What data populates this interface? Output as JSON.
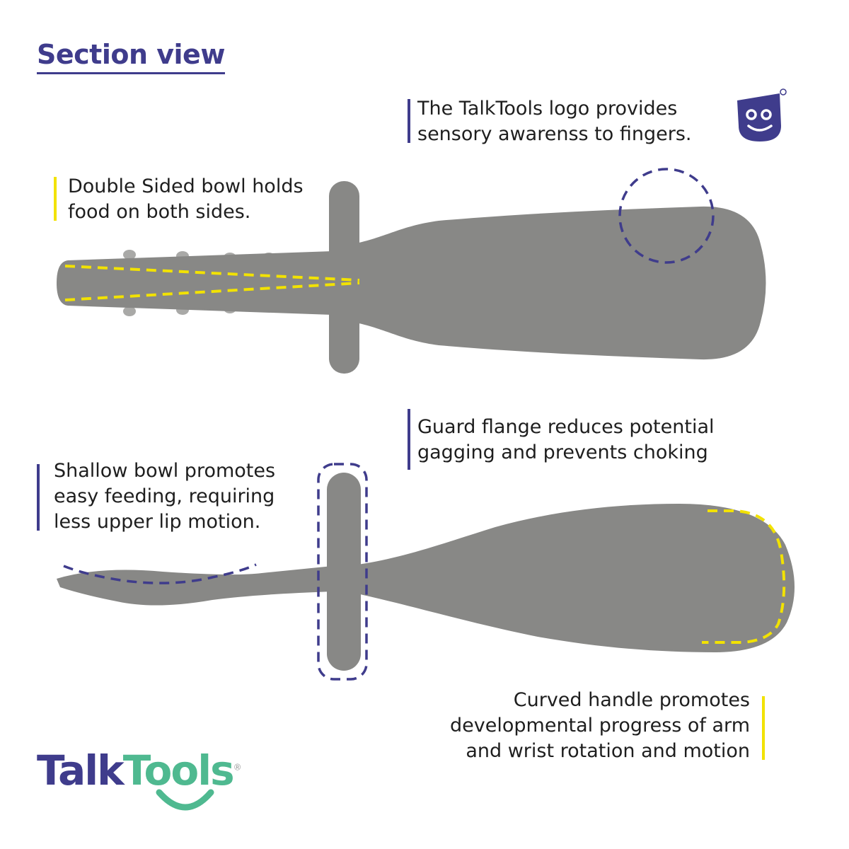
{
  "title": "Section view",
  "notes": {
    "logo": [
      "The TalkTools logo provides",
      "sensory awarenss to fingers."
    ],
    "double_sided": [
      "Double Sided bowl holds",
      "food on both sides."
    ],
    "guard_flange": [
      "Guard flange reduces potential",
      "gagging and prevents choking"
    ],
    "shallow_bowl": [
      "Shallow bowl promotes",
      "easy feeding, requiring",
      "less upper lip motion."
    ],
    "curved_handle": [
      "Curved handle promotes",
      "developmental progress of arm",
      "and wrist rotation and motion"
    ]
  },
  "brand": {
    "talk": "Talk",
    "tools": "Tools",
    "mark": "®"
  },
  "colors": {
    "navy": "#3f3c8c",
    "yellow": "#f2e200",
    "gray": "#888886",
    "green": "#4fb990"
  },
  "icons": [
    "smiley-logo-icon"
  ]
}
